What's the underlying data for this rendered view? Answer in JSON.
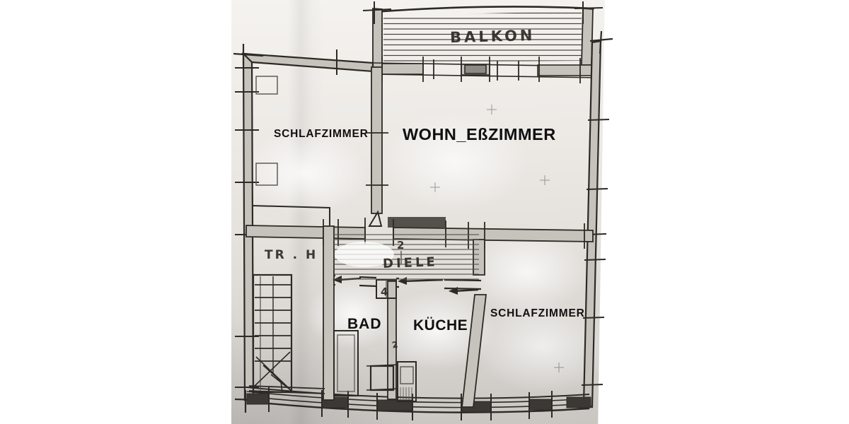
{
  "rooms": {
    "balkon": {
      "label": "BALKON"
    },
    "schlafzimmer_top": {
      "label": "SCHLAFZIMMER"
    },
    "wohn_esszimmer": {
      "label": "WOHN_EßZIMMER"
    },
    "treppenhaus": {
      "label": "TR . H"
    },
    "diele": {
      "label": "DIELE"
    },
    "bad": {
      "label": "BAD"
    },
    "kueche": {
      "label": "KÜCHE"
    },
    "schlafzimmer_bottom": {
      "label": "SCHLAFZIMMER"
    }
  },
  "annotations": {
    "door_number_above_diele": "2",
    "door_number_below_diele": "4",
    "door_number_kueche": "2"
  },
  "colors": {
    "paper": "#e9e6e2",
    "pencil_line": "#2d2a26",
    "wall_fill": "#c6c2bc",
    "label_text": "#101010"
  }
}
